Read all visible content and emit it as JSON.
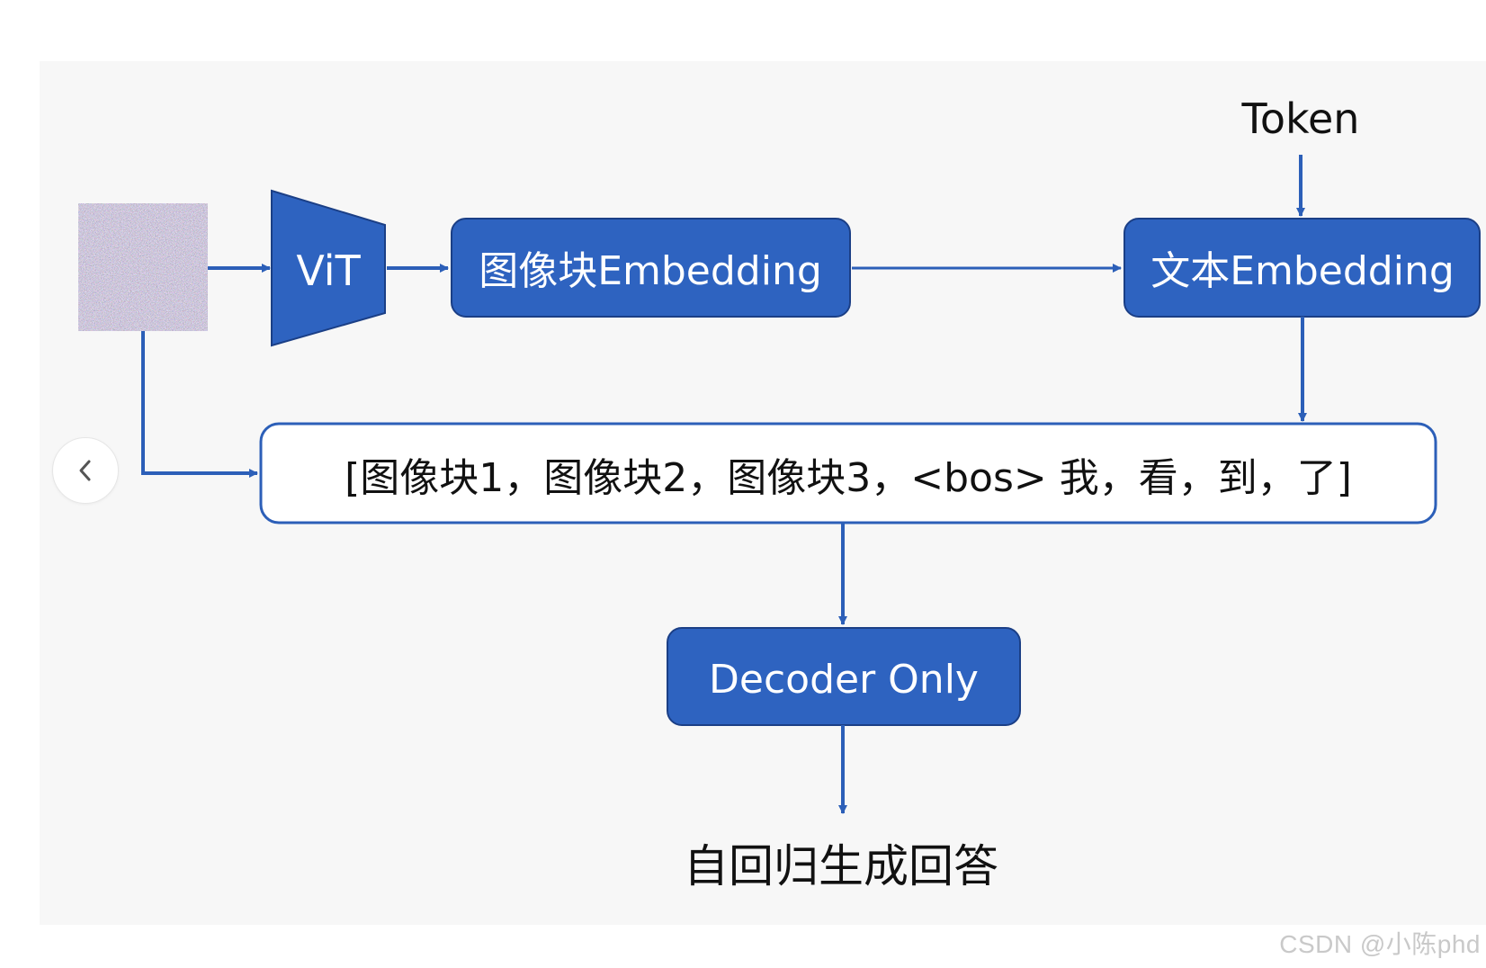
{
  "diagram": {
    "vit_label": "ViT",
    "image_patch_embedding_label": "图像块Embedding",
    "token_label": "Token",
    "text_embedding_label": "文本Embedding",
    "sequence_label": "[图像块1，图像块2，图像块3，<bos> 我，看，到，了]",
    "decoder_label": "Decoder Only",
    "output_label": "自回归生成回答"
  },
  "colors": {
    "box_fill": "#2e63c0",
    "box_stroke": "#1b3f86",
    "arrow": "#2c5fb8",
    "sequence_border": "#2c5fb8"
  },
  "icons": {
    "input_image": "noise-image-thumbnail",
    "nav_prev": "chevron-left-icon"
  },
  "watermark": "CSDN @小陈phd"
}
